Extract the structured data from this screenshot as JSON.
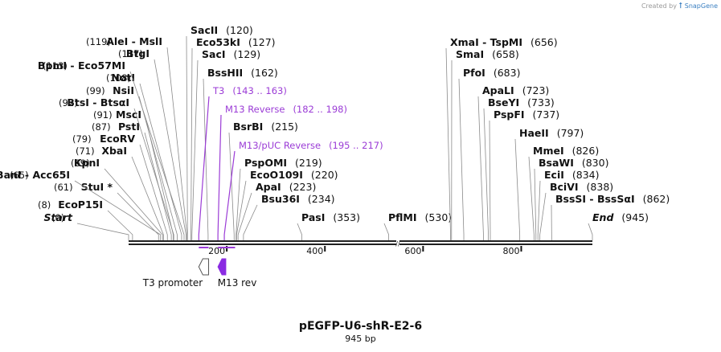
{
  "credit": {
    "prefix": "Created by",
    "brand": "SnapGene"
  },
  "plasmid": {
    "name": "pEGFP-U6-shR-E2-6",
    "length_label": "945 bp",
    "length_bp": 945
  },
  "axis_ticks": [
    "200",
    "400",
    "600",
    "800"
  ],
  "sites": [
    {
      "name": "Start",
      "pos": "(0)",
      "side": "left",
      "italic": true
    },
    {
      "name": "EcoP15I",
      "pos": "(8)",
      "side": "left"
    },
    {
      "name": "StuI *",
      "pos": "(61)",
      "side": "left"
    },
    {
      "name": "BanI",
      "name2": "Acc65I",
      "pos": "(65)",
      "side": "left"
    },
    {
      "name": "KpnI",
      "pos": "(69)",
      "side": "left"
    },
    {
      "name": "XbaI",
      "pos": "(71)",
      "side": "left"
    },
    {
      "name": "EcoRV",
      "pos": "(79)",
      "side": "left"
    },
    {
      "name": "PstI",
      "pos": "(87)",
      "side": "left"
    },
    {
      "name": "MscI",
      "pos": "(91)",
      "side": "left"
    },
    {
      "name": "BtsI",
      "name2": "BtsαI",
      "pos": "(92)",
      "side": "left"
    },
    {
      "name": "NsiI",
      "pos": "(99)",
      "side": "left"
    },
    {
      "name": "NotI",
      "pos": "(108)",
      "side": "left"
    },
    {
      "name": "BpmI",
      "name2": "Eco57MI",
      "pos": "(113)",
      "side": "left"
    },
    {
      "name": "BtgI",
      "pos": "(117)",
      "side": "left"
    },
    {
      "name": "AleI",
      "name2": "MslI",
      "pos": "(119)",
      "side": "left"
    },
    {
      "name": "SacII",
      "pos": "(120)",
      "side": "right"
    },
    {
      "name": "Eco53kI",
      "pos": "(127)",
      "side": "right"
    },
    {
      "name": "SacI",
      "pos": "(129)",
      "side": "right"
    },
    {
      "name": "BssHII",
      "pos": "(162)",
      "side": "right"
    },
    {
      "name": "T3",
      "pos": "(143 .. 163)",
      "side": "right",
      "primer": true
    },
    {
      "name": "M13 Reverse",
      "pos": "(182 .. 198)",
      "side": "right",
      "primer": true
    },
    {
      "name": "BsrBI",
      "pos": "(215)",
      "side": "right"
    },
    {
      "name": "M13/pUC Reverse",
      "pos": "(195 .. 217)",
      "side": "right",
      "primer": true
    },
    {
      "name": "PspOMI",
      "pos": "(219)",
      "side": "right"
    },
    {
      "name": "EcoO109I",
      "pos": "(220)",
      "side": "right"
    },
    {
      "name": "ApaI",
      "pos": "(223)",
      "side": "right"
    },
    {
      "name": "Bsu36I",
      "pos": "(234)",
      "side": "right"
    },
    {
      "name": "PasI",
      "pos": "(353)",
      "side": "right"
    },
    {
      "name": "PflMI",
      "pos": "(530)",
      "side": "right"
    },
    {
      "name": "XmaI",
      "name2": "TspMI",
      "pos": "(656)",
      "side": "right"
    },
    {
      "name": "SmaI",
      "pos": "(658)",
      "side": "right"
    },
    {
      "name": "PfoI",
      "pos": "(683)",
      "side": "right"
    },
    {
      "name": "ApaLI",
      "pos": "(723)",
      "side": "right"
    },
    {
      "name": "BseYI",
      "pos": "(733)",
      "side": "right"
    },
    {
      "name": "PspFI",
      "pos": "(737)",
      "side": "right"
    },
    {
      "name": "HaeII",
      "pos": "(797)",
      "side": "right"
    },
    {
      "name": "MmeI",
      "pos": "(826)",
      "side": "right"
    },
    {
      "name": "BsaWI",
      "pos": "(830)",
      "side": "right"
    },
    {
      "name": "EciI",
      "pos": "(834)",
      "side": "right"
    },
    {
      "name": "BciVI",
      "pos": "(838)",
      "side": "right"
    },
    {
      "name": "BssSI",
      "name2": "BssSαI",
      "pos": "(862)",
      "side": "right"
    },
    {
      "name": "End",
      "pos": "(945)",
      "side": "right",
      "italic": true
    }
  ],
  "features": [
    {
      "name": "T3 promoter",
      "start": 143,
      "end": 163,
      "strand": "reverse",
      "color": "#ffffff"
    },
    {
      "name": "M13 rev",
      "start": 182,
      "end": 198,
      "strand": "reverse",
      "color": "#8a2be2"
    }
  ],
  "colors": {
    "primer": "#9b3cd6",
    "backbone": "#222222",
    "site_line": "#8a8a8a"
  }
}
